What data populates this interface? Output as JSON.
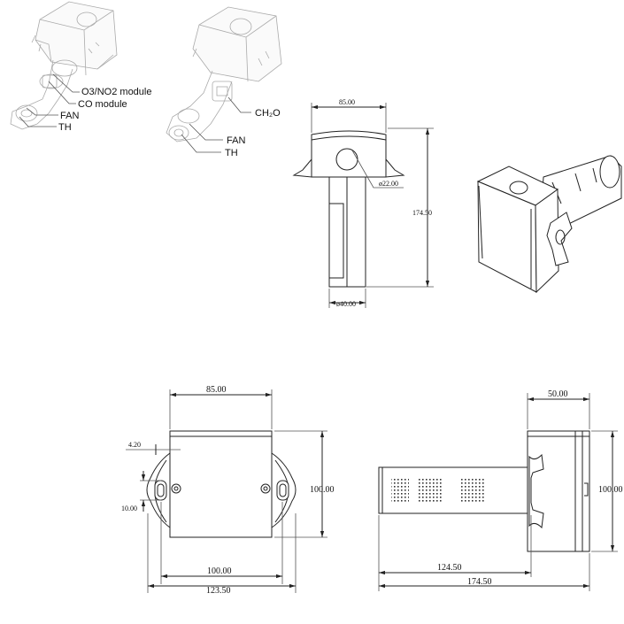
{
  "callouts_left": {
    "o3_no2": "O3/NO2 module",
    "co": "CO module",
    "fan": "FAN",
    "th": "TH"
  },
  "callouts_middle": {
    "ch2o": "CH₂O",
    "fan": "FAN",
    "th": "TH"
  },
  "front_view": {
    "width": "85.00",
    "hole": "ø22.00",
    "height": "174.50",
    "tube": "ø40.00"
  },
  "mount_view": {
    "width": "85.00",
    "tab_offset": "4.20",
    "slot": "10.00",
    "height": "100.00",
    "hole_spacing": "100.00",
    "overall_width": "123.50"
  },
  "side_view": {
    "depth": "50.00",
    "height": "100.00",
    "tube_length": "124.50",
    "overall_length": "174.50"
  }
}
